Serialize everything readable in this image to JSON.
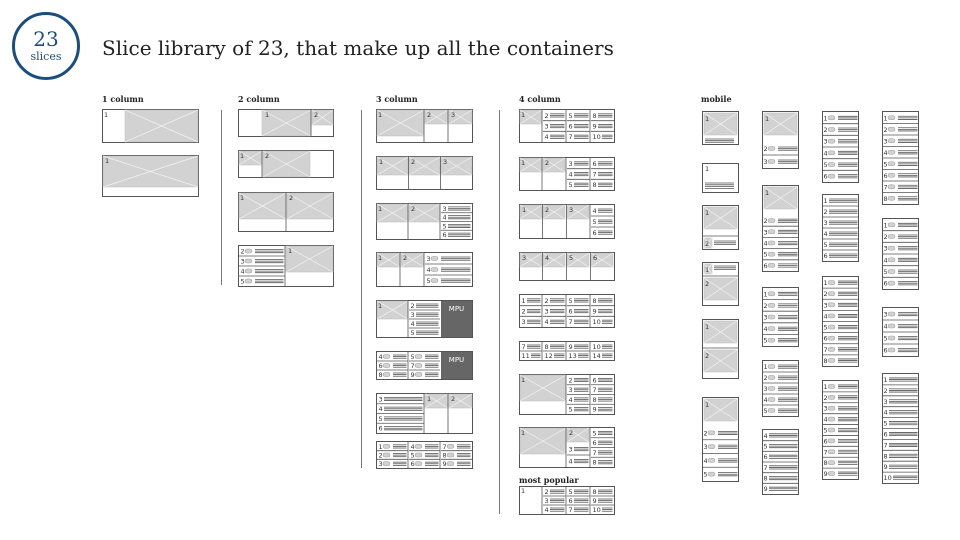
{
  "header": {
    "badge_number": "23",
    "badge_label": "slices",
    "title": "Slice library of 23, that make up all the containers"
  },
  "sections": {
    "one_column": "1 column",
    "two_column": "2 column",
    "three_column": "3 column",
    "four_column": "4 column",
    "mobile": "mobile",
    "most_popular": "most popular"
  },
  "mpu_label": "MPU",
  "colors": {
    "accent": "#1b4d7d",
    "image_fill": "#d2d2d2",
    "mpu_fill": "#666666",
    "outline": "#555555"
  },
  "row_numbers": {
    "one_to_three": [
      "1",
      "2",
      "3"
    ],
    "one_to_four": [
      "1",
      "2",
      "3",
      "4"
    ],
    "one_to_five": [
      "1",
      "2",
      "3",
      "4",
      "5"
    ],
    "one_to_six": [
      "1",
      "2",
      "3",
      "4",
      "5",
      "6"
    ],
    "one_to_eight": [
      "1",
      "2",
      "3",
      "4",
      "5",
      "6",
      "7",
      "8"
    ],
    "one_to_nine": [
      "1",
      "2",
      "3",
      "4",
      "5",
      "6",
      "7",
      "8",
      "9"
    ],
    "one_to_ten": [
      "1",
      "2",
      "3",
      "4",
      "5",
      "6",
      "7",
      "8",
      "9",
      "10"
    ],
    "two_to_five": [
      "2",
      "3",
      "4",
      "5"
    ],
    "two_to_six": [
      "2",
      "3",
      "4",
      "5",
      "6"
    ],
    "two_to_nine": [
      "2",
      "3",
      "4",
      "5",
      "6",
      "7",
      "8",
      "9"
    ],
    "three_to_five": [
      "3",
      "4",
      "5"
    ],
    "three_to_six": [
      "3",
      "4",
      "5",
      "6"
    ],
    "four_to_five": [
      "4",
      "5"
    ],
    "four_to_six": [
      "4",
      "5",
      "6"
    ],
    "four_to_seven": [
      "4",
      "5",
      "6",
      "7"
    ],
    "four_to_nine": [
      "4",
      "5",
      "6",
      "7",
      "8",
      "9"
    ],
    "five_to_seven": [
      "5",
      "6",
      "7"
    ],
    "five_to_eight": [
      "5",
      "6",
      "7",
      "8"
    ],
    "six_to_eight": [
      "6",
      "7",
      "8"
    ],
    "seven_to_nine": [
      "7",
      "8",
      "9"
    ],
    "eight_to_ten": [
      "8",
      "9",
      "10"
    ],
    "three_to_six_b": [
      "3",
      "4",
      "5",
      "6"
    ],
    "four_six_eight": [
      "4",
      "6",
      "8"
    ],
    "five_seven_nine": [
      "5",
      "7",
      "9"
    ],
    "one_two_three": [
      "1",
      "2",
      "3"
    ],
    "four_five_six": [
      "4",
      "5",
      "6"
    ],
    "seven_eight_nine": [
      "7",
      "8",
      "9"
    ],
    "seven_eleven": [
      "7",
      "11"
    ],
    "eight_twelve": [
      "8",
      "12"
    ],
    "nine_thirteen": [
      "9",
      "13"
    ],
    "ten_fourteen": [
      "10",
      "14"
    ],
    "single": [
      "1",
      "2",
      "3",
      "4",
      "5",
      "6"
    ]
  }
}
